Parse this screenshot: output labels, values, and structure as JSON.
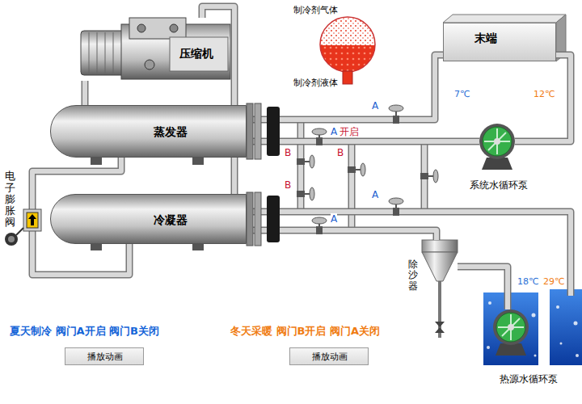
{
  "diagram": {
    "nodes": [
      {
        "text": [
          "压缩机"
        ]
      },
      {
        "text": [
          "制冷剂气体",
          "制冷剂液体"
        ]
      },
      {
        "text": [
          "末端"
        ]
      },
      {
        "text": [
          "蒸发器"
        ]
      },
      {
        "text": [
          "系统水循环泵"
        ]
      },
      {
        "text": [
          "电子膨胀阀"
        ]
      },
      {
        "text": [
          "冷凝器"
        ]
      },
      {
        "text": [
          "除沙器"
        ]
      },
      {
        "text": [
          "热源水循环泵"
        ]
      },
      {
        "text": [
          "播放动画"
        ]
      },
      {
        "text": [
          "播放动画"
        ]
      }
    ],
    "edges": [
      {
        "from": 3,
        "to": 0,
        "arrow": "none"
      },
      {
        "from": 0,
        "to": 6,
        "arrow": "none"
      },
      {
        "from": 6,
        "to": 5,
        "arrow": "none"
      },
      {
        "from": 5,
        "to": 3,
        "arrow": "none"
      },
      {
        "from": 3,
        "to": 2,
        "arrow": "none"
      },
      {
        "from": 2,
        "to": 4,
        "arrow": "none"
      },
      {
        "from": 4,
        "to": 3,
        "arrow": "none"
      },
      {
        "from": 6,
        "to": 7,
        "arrow": "none"
      },
      {
        "from": 7,
        "to": 8,
        "arrow": "none"
      }
    ],
    "labels": [
      "A",
      "A",
      "开启",
      "B",
      "B",
      "B",
      "A",
      "A",
      "7℃",
      "12℃",
      "18℃",
      "29℃",
      "夏天制冷 阀门A开启 阀门B关闭",
      "冬天采暖 阀门B开启 阀门A关闭"
    ]
  }
}
